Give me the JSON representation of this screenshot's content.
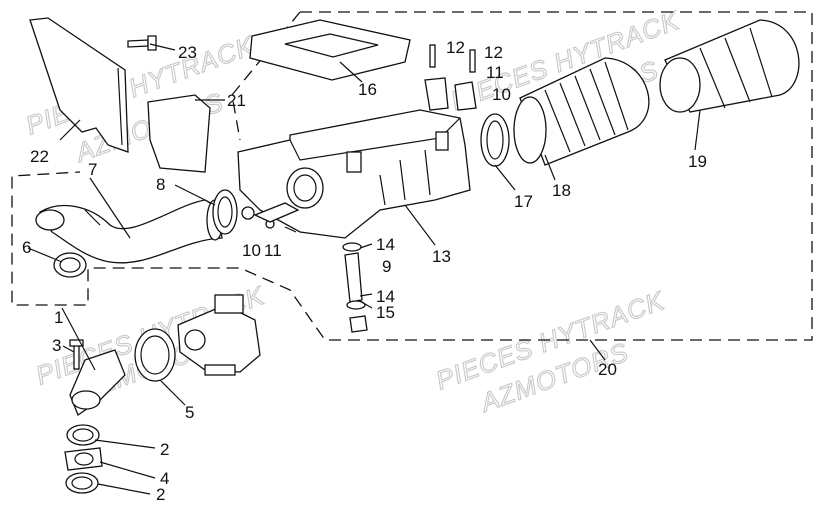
{
  "watermarks": [
    "PIECES HYTRACK",
    "AZMOTORS",
    "PIECES HYTRACK",
    "AZMOTORS",
    "PIECES HYTRACK",
    "AZMOTORS"
  ],
  "callouts": [
    "1",
    "2",
    "2",
    "3",
    "4",
    "5",
    "6",
    "7",
    "8",
    "9",
    "10",
    "10",
    "11",
    "11",
    "12",
    "12",
    "13",
    "14",
    "14",
    "15",
    "16",
    "17",
    "18",
    "19",
    "20",
    "21",
    "22",
    "23"
  ]
}
